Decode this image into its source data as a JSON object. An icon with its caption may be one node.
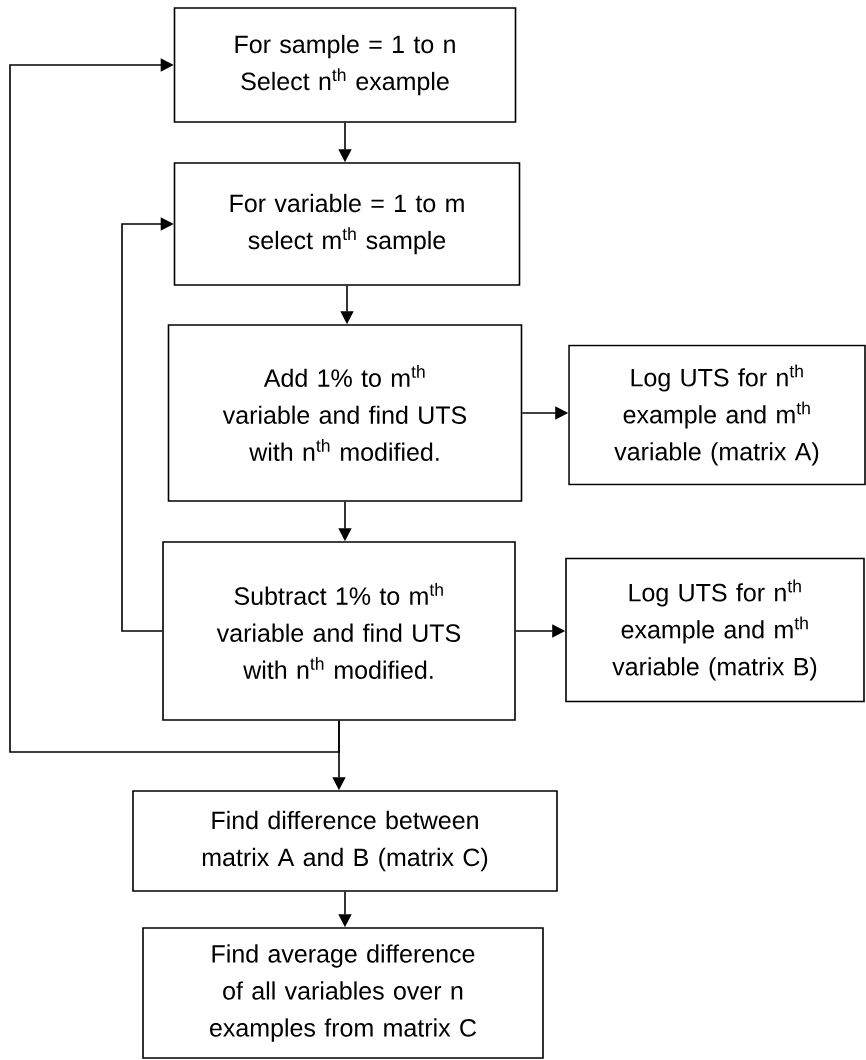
{
  "diagram": {
    "nodes": [
      {
        "text": [
          "For sample = 1 to n Select n$^{th}$ example"
        ]
      },
      {
        "text": [
          "For variable = 1 to m select m$^{th}$ sample"
        ]
      },
      {
        "text": [
          "Add 1% to m$^{th}$ variable and find UTS with n$^{th}$ modified."
        ]
      },
      {
        "text": [
          "Log UTS for n$^{th}$ example and m$^{th}$ variable (matrix A)"
        ]
      },
      {
        "text": [
          "Subtract 1% to m$^{th}$ variable and find UTS with n$^{th}$ modified."
        ]
      },
      {
        "text": [
          "Log UTS for n$^{th}$ example and m$^{th}$ variable (matrix B)"
        ]
      },
      {
        "text": [
          "Find difference between matrix A and B (matrix C)"
        ]
      },
      {
        "text": [
          "Find average difference of all variables over n examples from matrix C"
        ]
      }
    ],
    "edges": [
      {
        "from": 0,
        "to": 1,
        "arrow": "to"
      },
      {
        "from": 1,
        "to": 2,
        "arrow": "to"
      },
      {
        "from": 2,
        "to": 3,
        "arrow": "to"
      },
      {
        "from": 2,
        "to": 4,
        "arrow": "to"
      },
      {
        "from": 4,
        "to": 5,
        "arrow": "to"
      },
      {
        "from": 4,
        "to": 1,
        "arrow": "to"
      },
      {
        "from": 4,
        "to": 0,
        "arrow": "to"
      },
      {
        "from": 4,
        "to": 6,
        "arrow": "to"
      },
      {
        "from": 6,
        "to": 7,
        "arrow": "to"
      }
    ]
  }
}
